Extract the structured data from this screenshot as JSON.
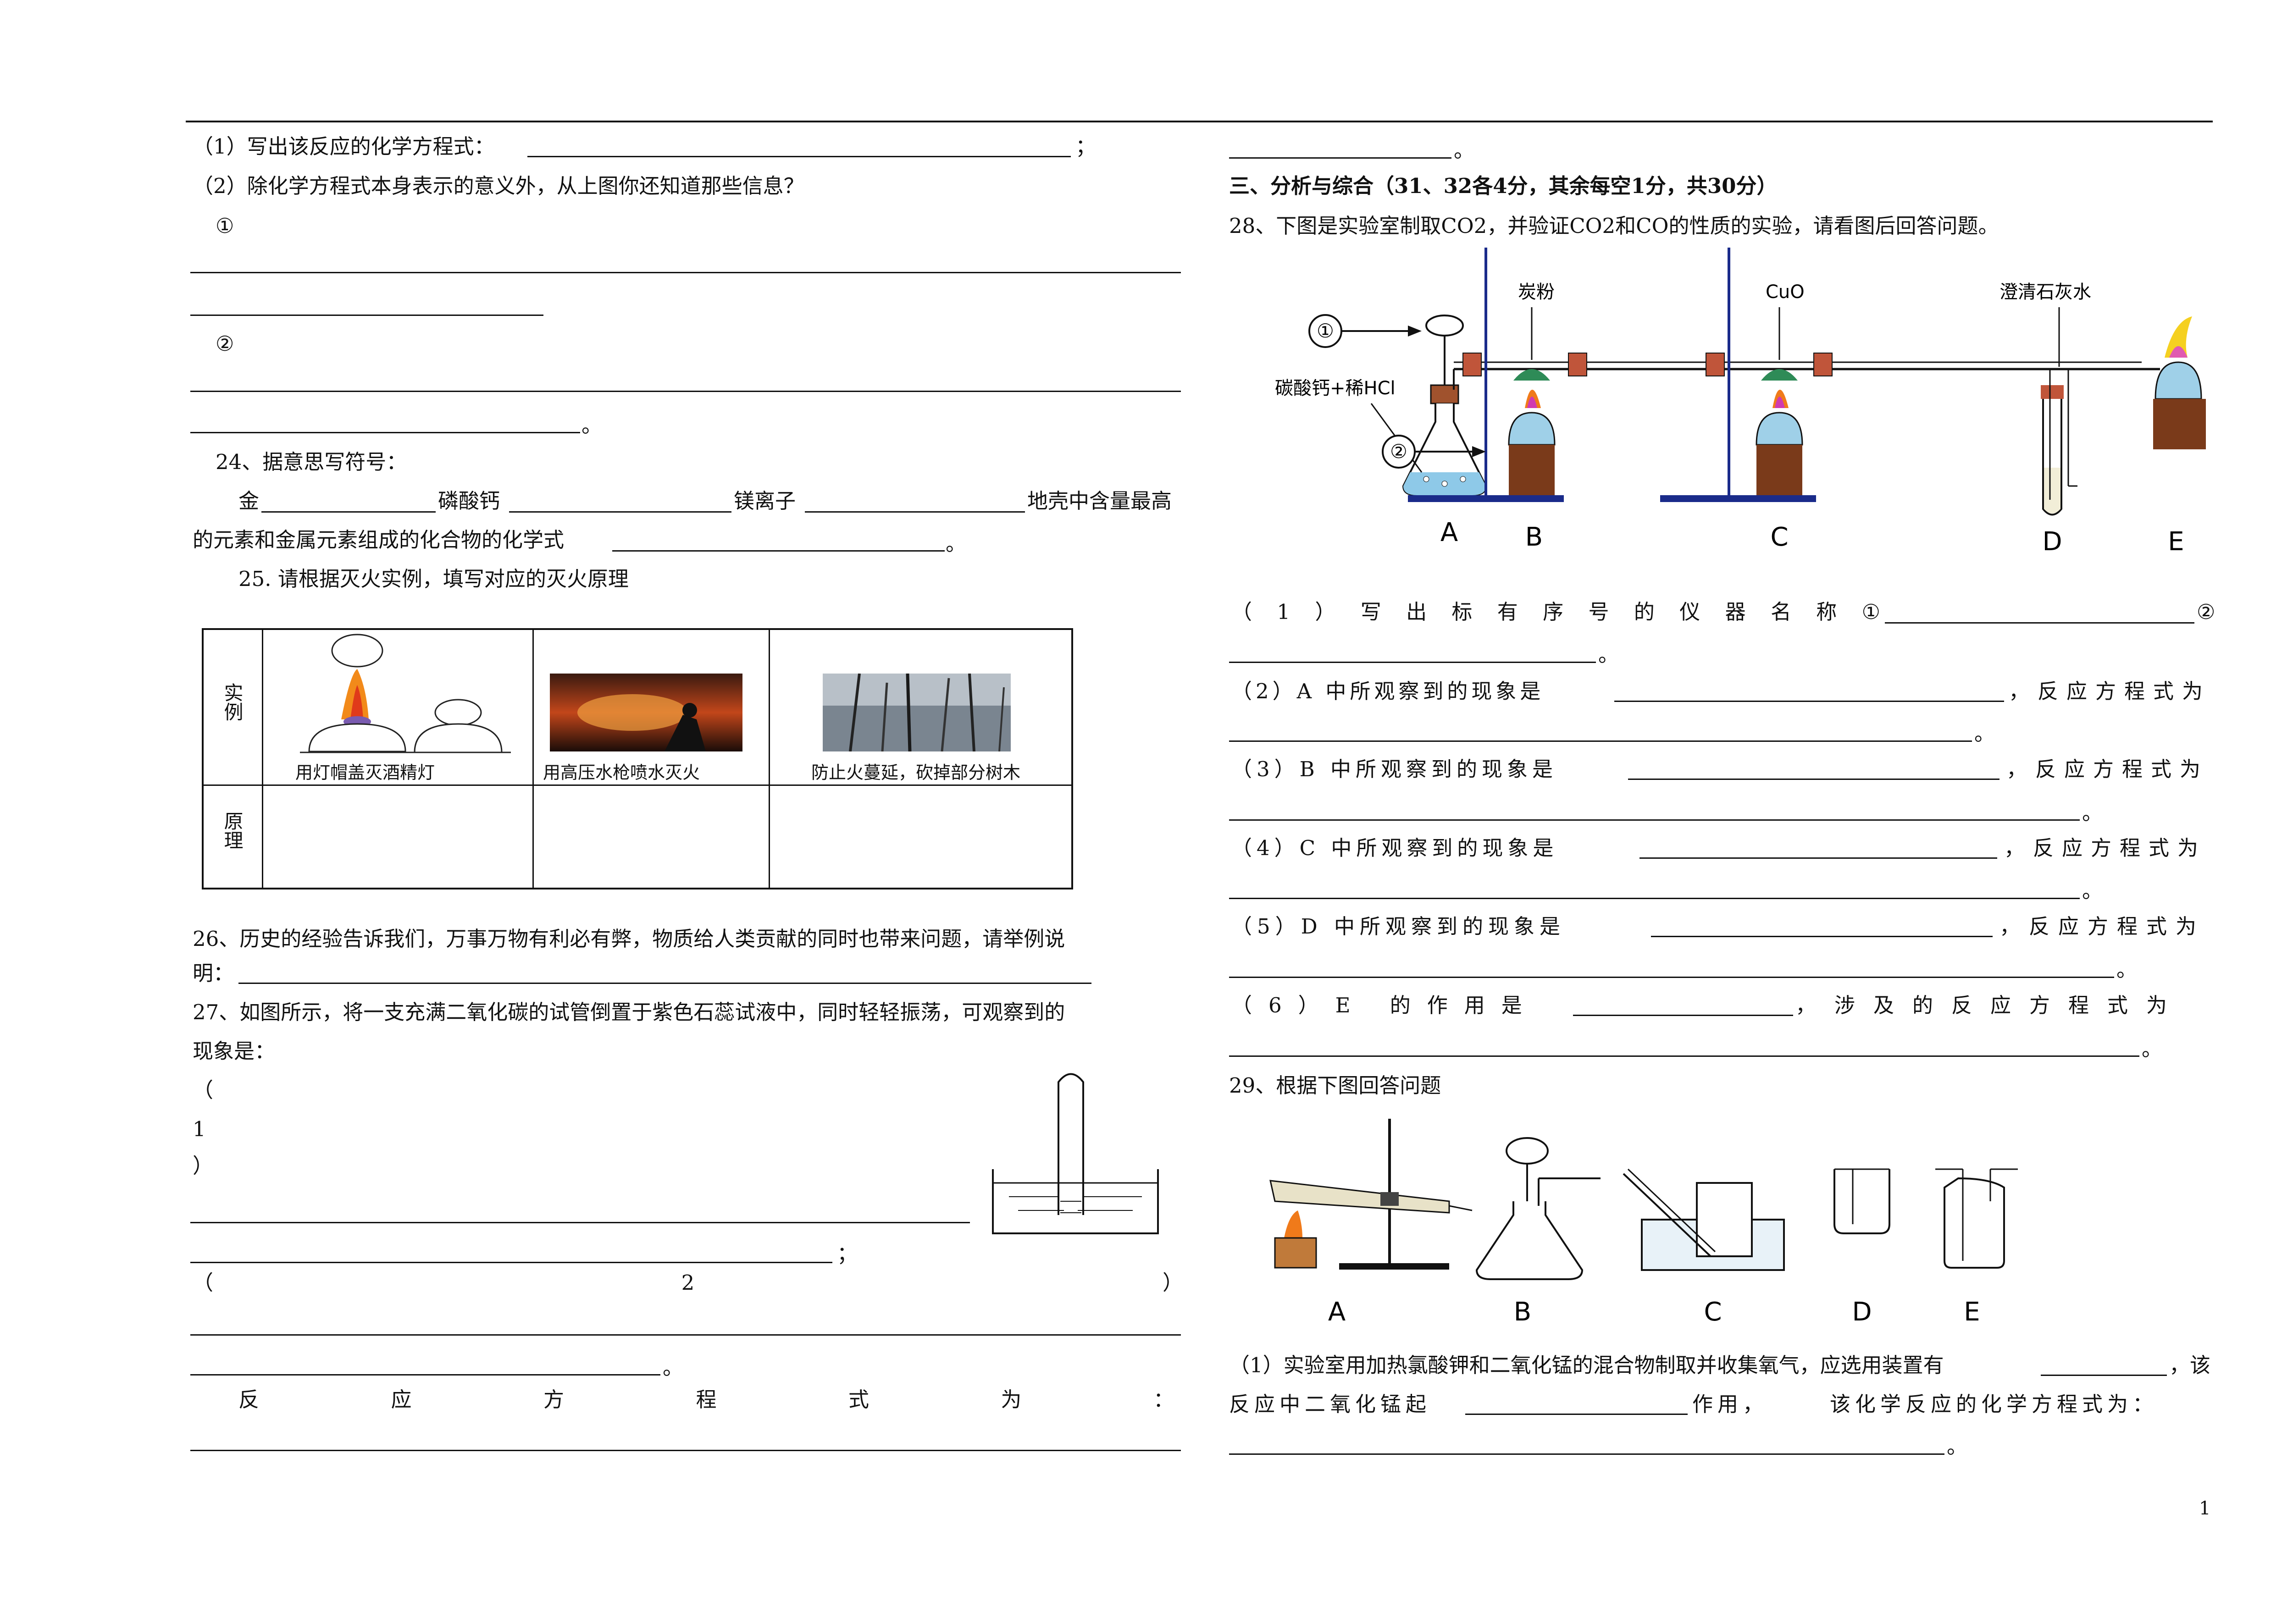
{
  "page_number": "1",
  "left": {
    "q23_1": "（1）写出该反应的化学方程式：",
    "q23_1_end": "；",
    "q23_2": "（2）除化学方程式本身表示的意义外，从上图你还知道那些信息？",
    "circle1": "①",
    "circle2": "②",
    "period": "。",
    "q24": "24、据意思写符号：",
    "q24_gold": "金",
    "q24_cap": "磷酸钙",
    "q24_mg": "镁离子",
    "q24_crust": "地壳中含量最高",
    "q24_line2": "的元素和金属元素组成的化合物的化学式",
    "q25": "25. 请根据灭火实例，填写对应的灭火原理",
    "table": {
      "row1_header": "实例",
      "row2_header": "原理",
      "captions": [
        "用灯帽盖灭酒精灯",
        "用高压水枪喷水灭火",
        "防止火蔓延，砍掉部分树木"
      ]
    },
    "q26_line1": "26、历史的经验告诉我们，万事万物有利必有弊，物质给人类贡献的同时也带来问题，请举例说",
    "q26_line2": "明：",
    "q27_line1": "27、如图所示，将一支充满二氧化碳的试管倒置于紫色石蕊试液中，同时轻轻振荡，可观察到的",
    "q27_line2": "现象是：",
    "paren_open": "（",
    "paren_close": "）",
    "num1": "1",
    "num2": "2",
    "semicolon": "；",
    "eq_chars": [
      "反",
      "应",
      "方",
      "程",
      "式",
      "为",
      "："
    ]
  },
  "right": {
    "top_period": "。",
    "section3": "三、分析与综合（31、32各4分，其余每空1分，共30分）",
    "q28": "28、下图是实验室制取CO2，并验证CO2和CO的性质的实验，请看图后回答问题。",
    "fig28": {
      "label_1": "①",
      "label_2": "②",
      "carbon": "炭粉",
      "cuo": "CuO",
      "limewater": "澄清石灰水",
      "reagent": "碳酸钙+稀HCl",
      "letters": [
        "A",
        "B",
        "C",
        "D",
        "E"
      ]
    },
    "q28_1_chars": [
      "（",
      "1",
      "）",
      "写",
      "出",
      "标",
      "有",
      "序",
      "号",
      "的",
      "仪",
      "器",
      "名",
      "称",
      "①"
    ],
    "q28_1_circle2": "②",
    "q28_2": "（2）A 中所观察到的现象是",
    "q28_3": "（3）B 中所观察到的现象是",
    "q28_4": "（4）C 中所观察到的现象是",
    "q28_5": "（5）D 中所观察到的现象是",
    "q28_6": "（6）E 的作用是",
    "eq_tail": "，反应方程式为",
    "q28_6_tail": "，涉及的反应方程式为",
    "period": "。",
    "q29": "29、根据下图回答问题",
    "fig29_letters": [
      "A",
      "B",
      "C",
      "D",
      "E"
    ],
    "q29_1_a": "（1）实验室用加热氯酸钾和二氧化锰的混合物制取并收集氧气，应选用装置有",
    "q29_1_b": "，该",
    "q29_1_c": "反应中二氧化锰起",
    "q29_1_d": "作用，",
    "q29_1_e": "该化学反应的化学方程式为："
  }
}
